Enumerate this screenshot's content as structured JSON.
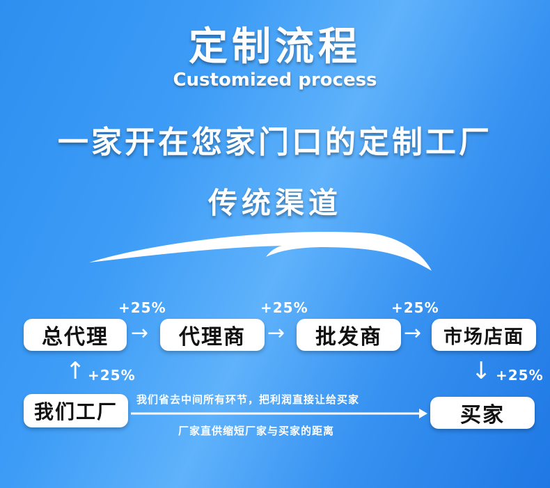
{
  "header": {
    "title": "定制流程",
    "subtitle": "Customized process",
    "slogan": "一家开在您家门口的定制工厂",
    "channel": "传统渠道"
  },
  "flow": {
    "nodes": {
      "general_agent": "总代理",
      "agent": "代理商",
      "wholesaler": "批发商",
      "store": "市场店面",
      "our_factory": "我们工厂",
      "buyer": "买家"
    },
    "markups": {
      "m1": "+25%",
      "m2": "+25%",
      "m3": "+25%",
      "m4": "+25%",
      "m5": "+25%"
    },
    "direct": {
      "top_note": "我们省去中间所有环节，把利润直接让给买家",
      "bottom_note": "厂家直供缩短厂家与买家的距离"
    }
  }
}
